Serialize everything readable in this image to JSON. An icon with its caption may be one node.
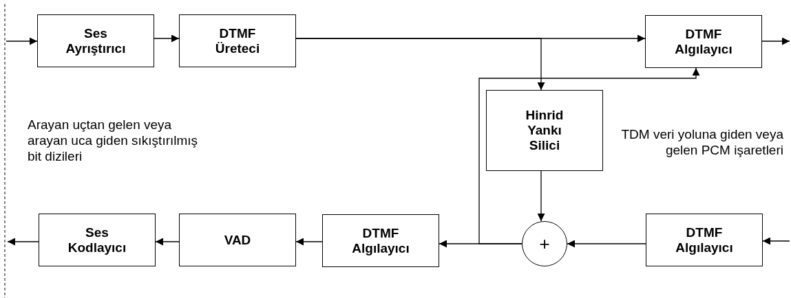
{
  "diagram": {
    "nodes": [
      {
        "text": [
          "Ses Ayrıştırıcı"
        ]
      },
      {
        "text": [
          "DTMF Üreteci"
        ]
      },
      {
        "text": [
          "DTMF Algılayıcı"
        ]
      },
      {
        "text": [
          "Hinrid Yankı Silici"
        ]
      },
      {
        "text": [
          "Ses Kodlayıcı"
        ]
      },
      {
        "text": [
          "VAD"
        ]
      },
      {
        "text": [
          "DTMF Algılayıcı"
        ]
      },
      {
        "text": [
          "+"
        ]
      },
      {
        "text": [
          "DTMF Algılayıcı"
        ]
      }
    ],
    "edges": [
      {
        "from": null,
        "to": 0,
        "arrow": "to"
      },
      {
        "from": 0,
        "to": 1,
        "arrow": "to"
      },
      {
        "from": 1,
        "to": 2,
        "arrow": "to"
      },
      {
        "from": 1,
        "to": 3,
        "arrow": "to"
      },
      {
        "from": 2,
        "to": null,
        "arrow": "to"
      },
      {
        "from": 3,
        "to": 7,
        "arrow": "to"
      },
      {
        "from": 8,
        "to": 7,
        "arrow": "to"
      },
      {
        "from": null,
        "to": 8,
        "arrow": "to"
      },
      {
        "from": 7,
        "to": 6,
        "arrow": "to"
      },
      {
        "from": 6,
        "to": 5,
        "arrow": "to"
      },
      {
        "from": 5,
        "to": 4,
        "arrow": "to"
      },
      {
        "from": 4,
        "to": null,
        "arrow": "to"
      },
      {
        "from": 7,
        "to": 2,
        "arrow": "to"
      }
    ],
    "labels": [
      "Arayan uçtan gelen veya arayan uca giden sıkıştırılmış bit dizileri",
      "TDM veri yoluna giden veya gelen PCM işaretleri"
    ]
  }
}
